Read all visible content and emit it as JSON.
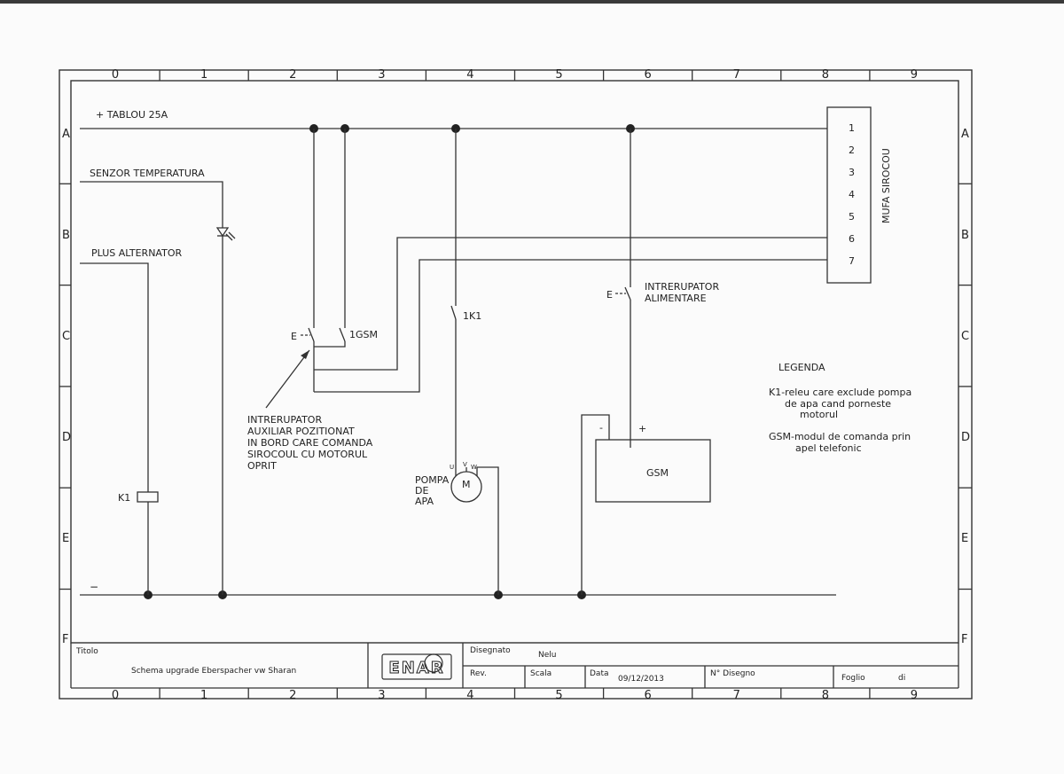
{
  "grid": {
    "columns": [
      "0",
      "1",
      "2",
      "3",
      "4",
      "5",
      "6",
      "7",
      "8",
      "9"
    ],
    "rows": [
      "A",
      "B",
      "C",
      "D",
      "E",
      "F"
    ]
  },
  "labels": {
    "tablou": "+ TABLOU 25A",
    "senzor": "SENZOR TEMPERATURA",
    "plus_alternator": "PLUS ALTERNATOR",
    "minus": "−",
    "k1": "K1",
    "switch_letter": "E",
    "gsm_contact": "1GSM",
    "k1_contact": "1K1",
    "interrupter_aux": [
      "INTRERUPATOR",
      "AUXILIAR POZITIONAT",
      "IN BORD CARE COMANDA",
      "SIROCOUL CU MOTORUL",
      "OPRIT"
    ],
    "pump_label": [
      "POMPA",
      "DE",
      "APA"
    ],
    "motor": "M",
    "phase": [
      "U",
      "V",
      "W"
    ],
    "interrupter_supply": [
      "INTRERUPATOR",
      "ALIMENTARE"
    ],
    "gsm_minus": "-",
    "gsm_plus": "+",
    "gsm": "GSM",
    "connector_title": "MUFA SIROCOU",
    "connector_pins": [
      "1",
      "2",
      "3",
      "4",
      "5",
      "6",
      "7"
    ]
  },
  "legend": {
    "title": "LEGENDA",
    "k1_lines": [
      "K1-releu care exclude pompa",
      "de apa cand porneste",
      "motorul"
    ],
    "gsm_lines": [
      "GSM-modul de comanda prin",
      "apel telefonic"
    ]
  },
  "title_block": {
    "titolo_label": "Titolo",
    "titolo_value": "Schema upgrade Eberspacher vw Sharan",
    "logo_text": "ENAR",
    "disegnato_label": "Disegnato",
    "disegnato_value": "Nelu",
    "rev_label": "Rev.",
    "scala_label": "Scala",
    "data_label": "Data",
    "data_value": "09/12/2013",
    "n_disegno_label": "N° Disegno",
    "foglio_label": "Foglio",
    "di_label": "di"
  }
}
